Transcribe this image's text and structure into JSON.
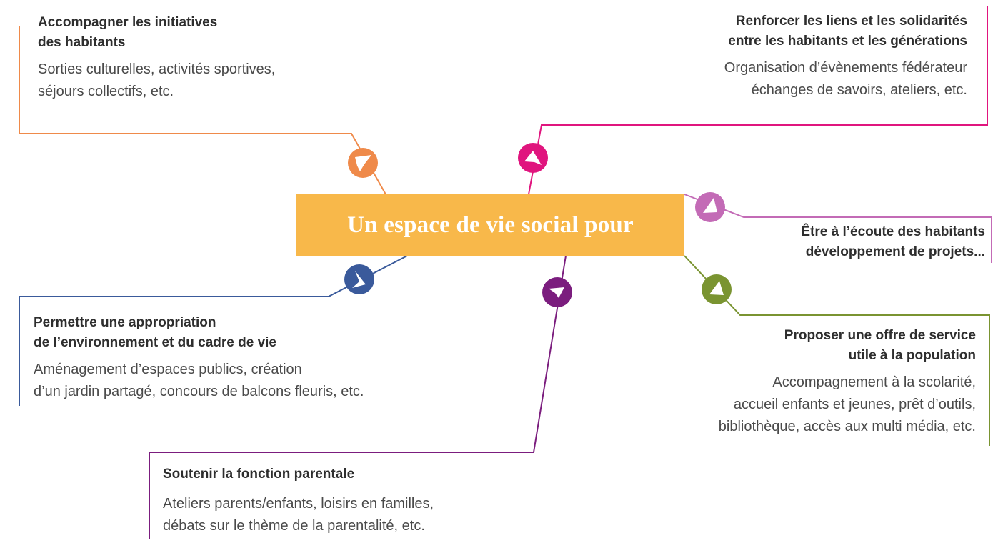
{
  "center": {
    "label": "Un espace de vie social pour"
  },
  "colors": {
    "center": "#f8b84a",
    "orange": "#ef8a4a",
    "magenta": "#e0157e",
    "lilac": "#c36bb6",
    "olive": "#7a9431",
    "navy": "#3a5a9b",
    "purple": "#7b1d7e"
  },
  "branches": {
    "initiatives": {
      "color": "orange",
      "icon": "bird-icon",
      "title_lines": [
        "Accompagner les initiatives",
        "des habitants"
      ],
      "desc_lines": [
        "Sorties culturelles, activités sportives,",
        "séjours collectifs, etc."
      ]
    },
    "liens": {
      "color": "magenta",
      "icon": "bird-icon",
      "title_lines": [
        "Renforcer les liens et les solidarités",
        "entre les habitants et les générations"
      ],
      "desc_lines": [
        "Organisation d’évènements fédérateur",
        "échanges de savoirs, ateliers, etc."
      ]
    },
    "ecoute": {
      "color": "lilac",
      "icon": "bird-icon",
      "title_lines": [
        "Être à l’écoute des habitants",
        "développement de projets..."
      ],
      "desc_lines": []
    },
    "environnement": {
      "color": "navy",
      "icon": "bird-icon",
      "title_lines": [
        "Permettre une appropriation",
        "de l’environnement et du cadre de vie"
      ],
      "desc_lines": [
        "Aménagement d’espaces publics, création",
        "d’un jardin partagé, concours de balcons fleuris, etc."
      ]
    },
    "service": {
      "color": "olive",
      "icon": "bird-icon",
      "title_lines": [
        "Proposer une offre de service",
        "utile à la population"
      ],
      "desc_lines": [
        "Accompagnement à la scolarité,",
        "accueil enfants et jeunes, prêt d’outils,",
        "bibliothèque, accès aux multi média, etc."
      ]
    },
    "parentale": {
      "color": "purple",
      "icon": "bird-icon",
      "title_lines": [
        "Soutenir la fonction parentale"
      ],
      "desc_lines": [
        "Ateliers parents/enfants, loisirs en familles,",
        "débats sur le thème de la parentalité, etc."
      ]
    }
  }
}
